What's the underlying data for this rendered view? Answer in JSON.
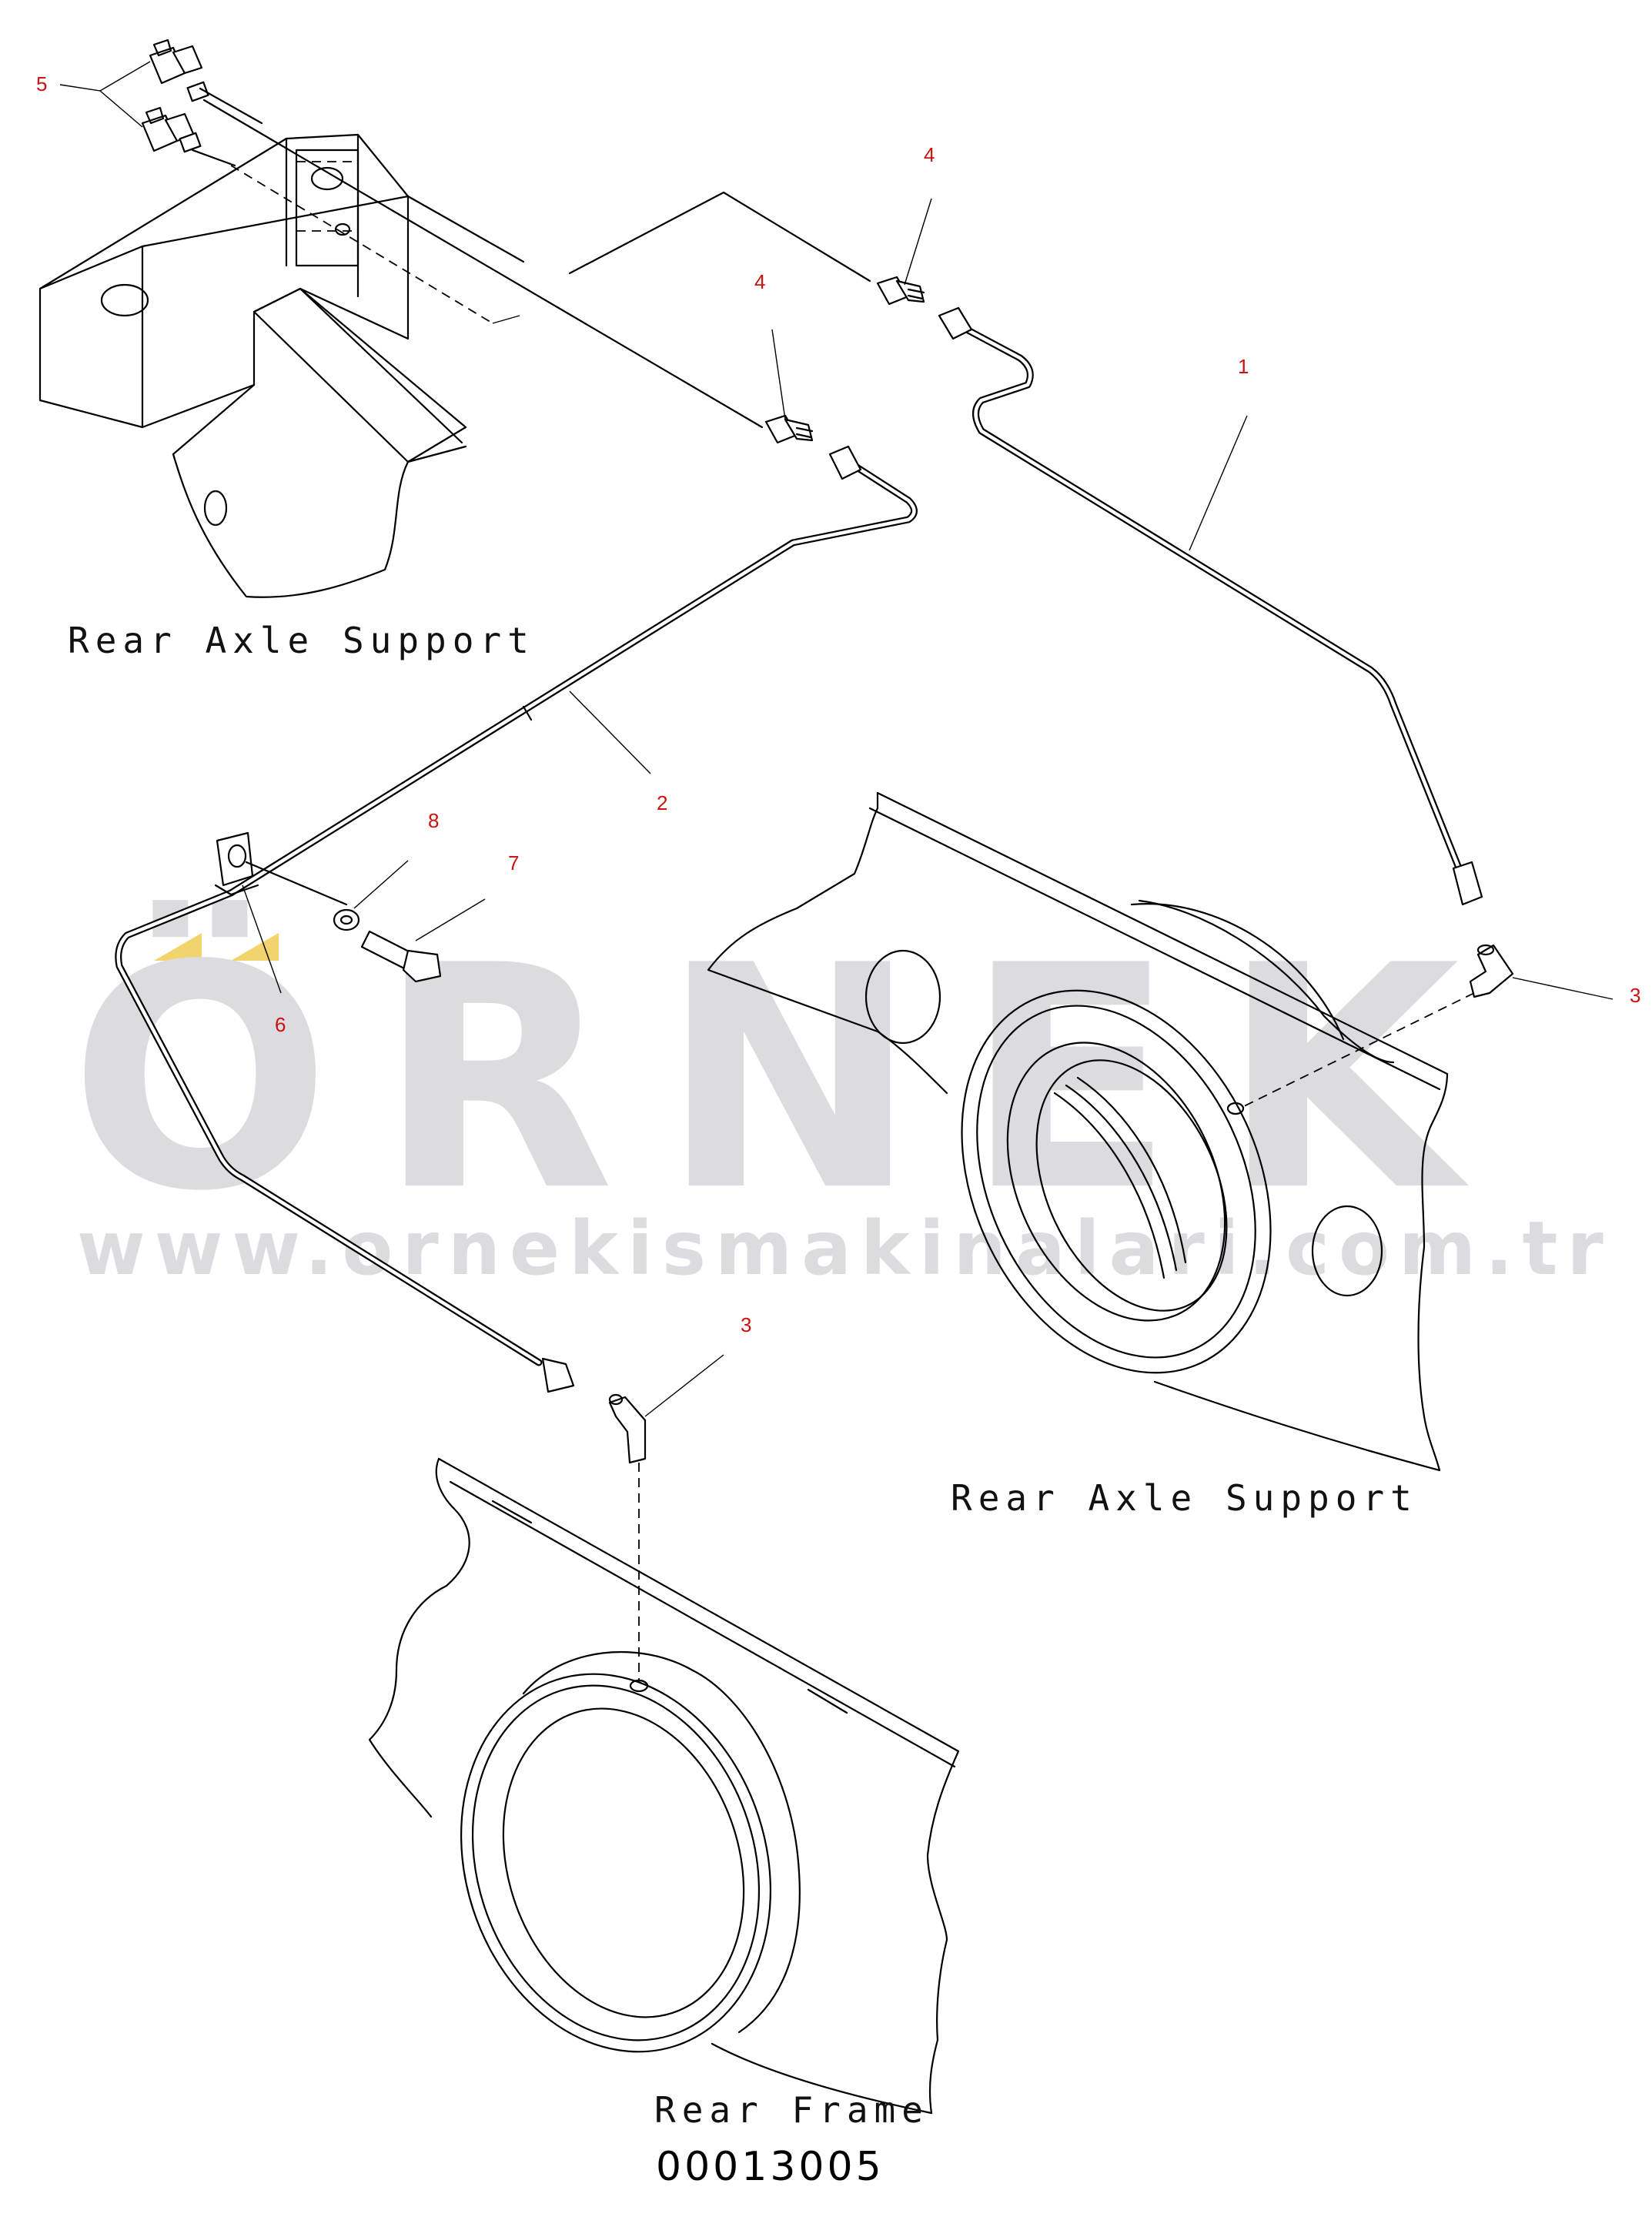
{
  "watermark": {
    "brand": "ÖRNEK",
    "url": "www.ornekismakinalari.com.tr",
    "accent_color": "#f3d36b",
    "text_color": "#dcdce0"
  },
  "callouts": {
    "c1": "1",
    "c2": "2",
    "c3a": "3",
    "c3b": "3",
    "c4a": "4",
    "c4b": "4",
    "c5": "5",
    "c6": "6",
    "c7": "7",
    "c8": "8",
    "color": "#cc1111"
  },
  "labels": {
    "rear_axle_support_top": "Rear Axle Support",
    "rear_axle_support_right": "Rear Axle Support",
    "rear_frame": "Rear Frame",
    "drawing_number": "00013005"
  }
}
